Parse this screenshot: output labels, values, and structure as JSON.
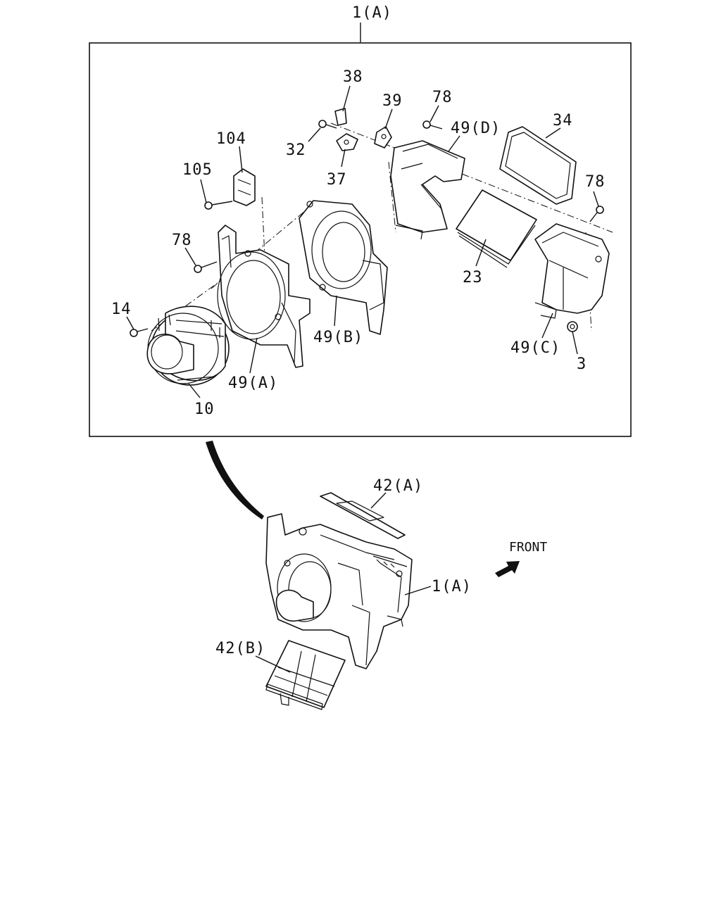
{
  "diagram": {
    "frame_title": "1(A)",
    "labels": {
      "p38": "38",
      "p39": "39",
      "p78_top": "78",
      "p49d": "49(D)",
      "p34": "34",
      "p104": "104",
      "p32": "32",
      "p37": "37",
      "p105": "105",
      "p78_right": "78",
      "p78_left": "78",
      "p23": "23",
      "p14": "14",
      "p49b": "49(B)",
      "p49c": "49(C)",
      "p3": "3",
      "p49a": "49(A)",
      "p10": "10",
      "p42a": "42(A)",
      "front": "FRONT",
      "p1a_bottom": "1(A)",
      "p42b": "42(B)"
    },
    "icons": {
      "front_arrow": "arrow-icon"
    }
  }
}
